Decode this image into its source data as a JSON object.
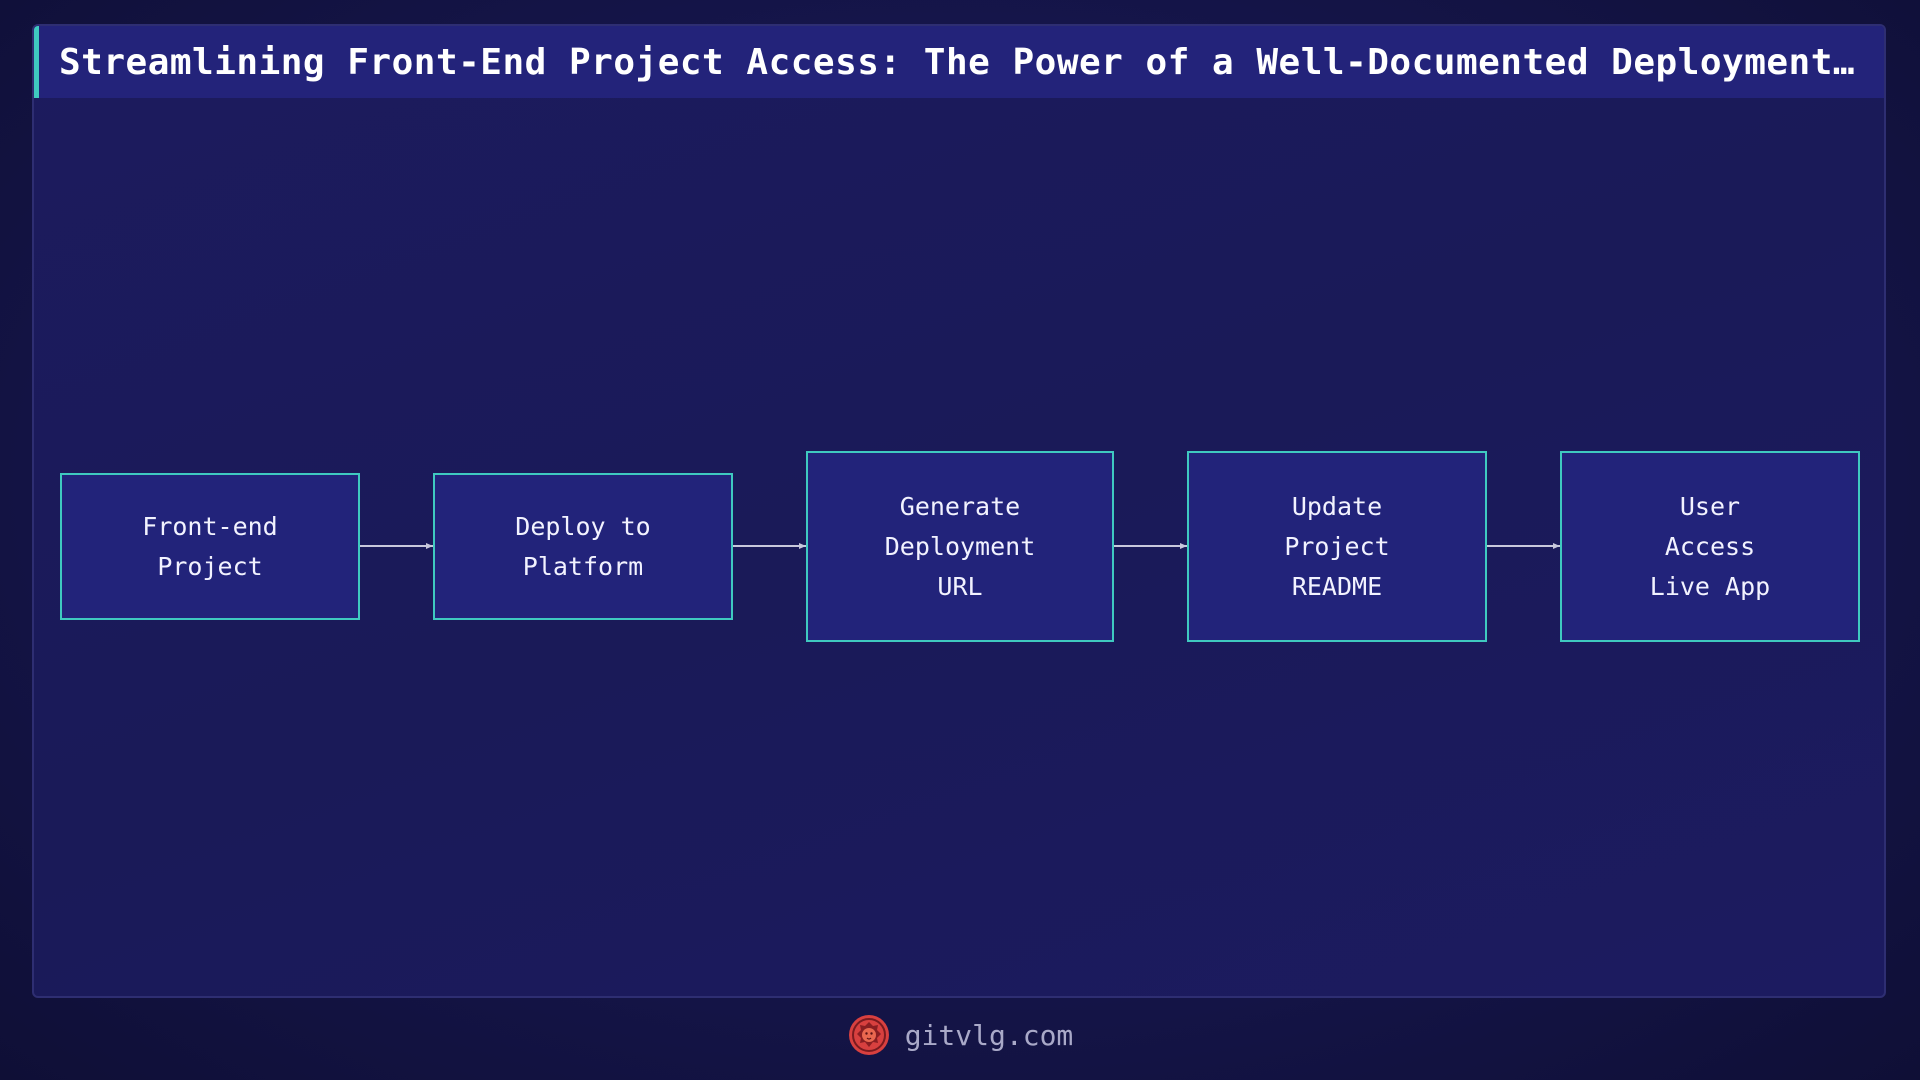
{
  "title": "Streamlining Front-End Project Access: The Power of a Well-Documented Deployment URL",
  "nodes": [
    {
      "label": "Front-end\nProject"
    },
    {
      "label": "Deploy to\nPlatform"
    },
    {
      "label": "Generate\nDeployment\nURL"
    },
    {
      "label": "Update\nProject\nREADME"
    },
    {
      "label": "User\nAccess\nLive App"
    }
  ],
  "footer": {
    "site": "gitvlg.com",
    "logo_icon": "lion-logo-icon"
  },
  "colors": {
    "accent": "#3fc9c0",
    "node_fill": "#22237a",
    "arrow": "#c8c8dc",
    "logo": "#d8403f"
  }
}
